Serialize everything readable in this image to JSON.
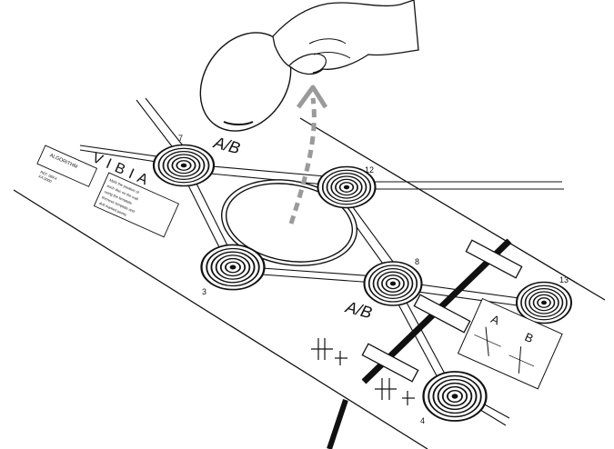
{
  "brand": "VIBIA",
  "product_label": {
    "title": "ALGORITHM",
    "lines": [
      "REF. 08XX",
      "XX.0000"
    ]
  },
  "instruction_text": [
    "Mark the position of",
    "each disc on the wall",
    "using the template.",
    "Remove template and",
    "drill marked points."
  ],
  "group_labels": {
    "top": "A/B",
    "middle": "A/B",
    "box_a": "A",
    "box_b": "B"
  },
  "node_numbers": {
    "n7": "7",
    "n12": "12",
    "n3": "3",
    "n8": "8",
    "n13": "13",
    "n4": "4"
  },
  "colors": {
    "ink": "#111111",
    "arrow": "#9a9a9a",
    "paper": "#ffffff"
  },
  "icons": [
    "hand-icon",
    "guide-arrow-icon",
    "fixing-symbol-icon"
  ]
}
